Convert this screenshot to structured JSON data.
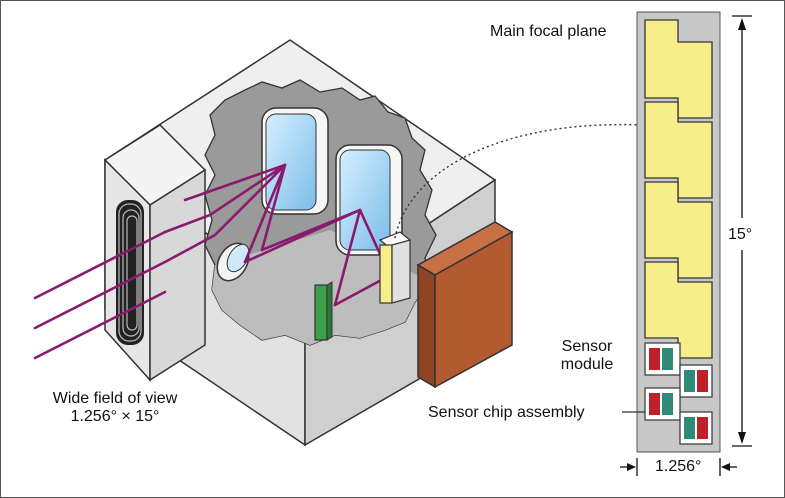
{
  "labels": {
    "main_focal_plane": "Main focal plane",
    "wide_field_line1": "Wide field of view",
    "wide_field_line2": "1.256° × 15°",
    "sensor_module_line1": "Sensor",
    "sensor_module_line2": "module",
    "sensor_chip_assembly": "Sensor chip assembly",
    "height_dim": "15°",
    "width_dim": "1.256°"
  },
  "colors": {
    "focal_plane_yellow": "#f7ee8a",
    "focal_plane_frame": "#c8c8c8",
    "ray_purple": "#8a1a6e",
    "radiator_brown": "#b35a30",
    "mirror_blue": "#9fd0f0",
    "detector_green": "#3ca048",
    "chip_red": "#c0202a",
    "chip_teal": "#2f8a78",
    "housing_light": "#ececec",
    "housing_mid": "#d4d4d4",
    "housing_dark": "#a8a8a8"
  }
}
